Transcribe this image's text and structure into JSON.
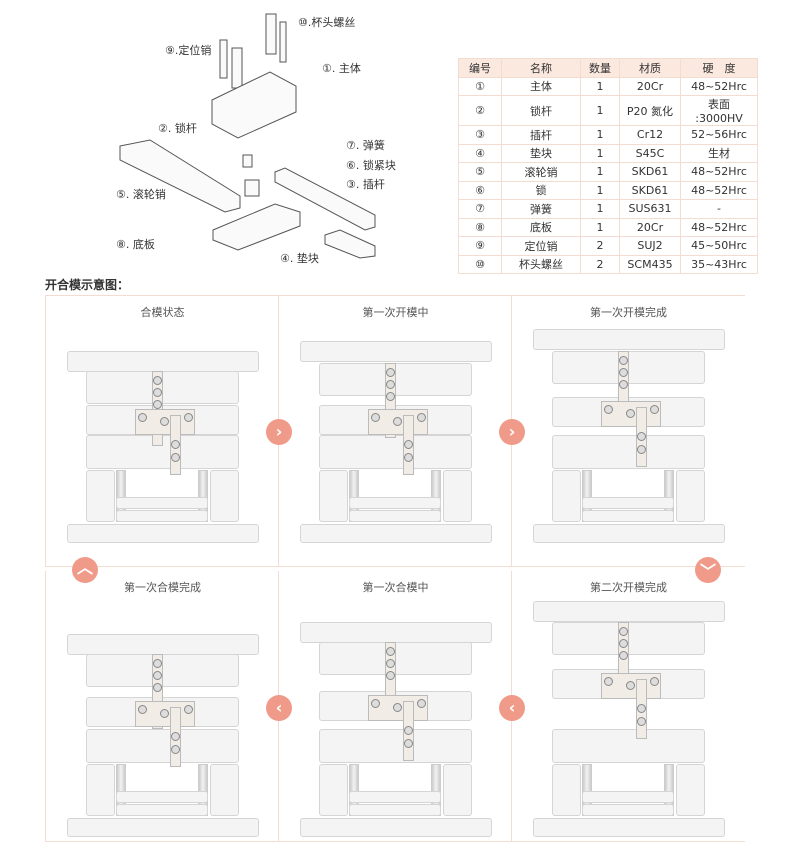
{
  "exploded": {
    "labels": [
      "⑩.杯头螺丝",
      "⑨.定位销",
      "①. 主体",
      "②. 锁杆",
      "⑦. 弹簧",
      "⑥. 锁紧块",
      "⑤. 滚轮销",
      "③. 插杆",
      "⑧. 底板",
      "④. 垫块"
    ]
  },
  "spec_table": {
    "headers": [
      "编号",
      "名称",
      "数量",
      "材质",
      "硬　度"
    ],
    "rows": [
      [
        "①",
        "主体",
        "1",
        "20Cr",
        "48~52Hrc"
      ],
      [
        "②",
        "锁杆",
        "1",
        "P20 氮化",
        "表面 :3000HV"
      ],
      [
        "③",
        "插杆",
        "1",
        "Cr12",
        "52~56Hrc"
      ],
      [
        "④",
        "垫块",
        "1",
        "S45C",
        "生材"
      ],
      [
        "⑤",
        "滚轮销",
        "1",
        "SKD61",
        "48~52Hrc"
      ],
      [
        "⑥",
        "锁",
        "1",
        "SKD61",
        "48~52Hrc"
      ],
      [
        "⑦",
        "弹簧",
        "1",
        "SUS631",
        "-"
      ],
      [
        "⑧",
        "底板",
        "1",
        "20Cr",
        "48~52Hrc"
      ],
      [
        "⑨",
        "定位销",
        "2",
        "SUJ2",
        "45~50Hrc"
      ],
      [
        "⑩",
        "杯头螺丝",
        "2",
        "SCM435",
        "35~43Hrc"
      ]
    ]
  },
  "section_title": "开合模示意图：",
  "panels": [
    "合模状态",
    "第一次开模中",
    "第一次开模完成",
    "第一次合模完成",
    "第一次合模中",
    "第二次开模完成"
  ],
  "arrows": {
    "right": "›",
    "left": "‹",
    "up": "︿",
    "down": "﹀"
  },
  "colors": {
    "accent": "#f09a8a",
    "border": "#f3ddd2"
  }
}
